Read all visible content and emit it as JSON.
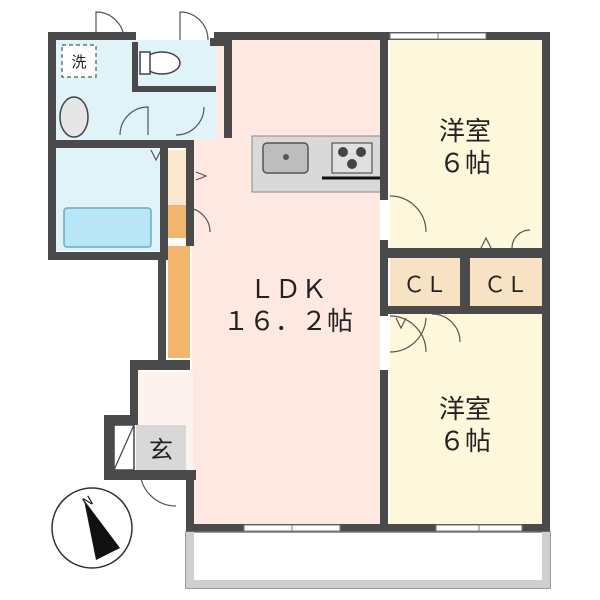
{
  "rooms": {
    "washroom_label": "洗",
    "ldk_label": "ＬＤＫ",
    "ldk_size": "１６．２帖",
    "western_room_1_label": "洋室",
    "western_room_1_size": "６帖",
    "western_room_2_label": "洋室",
    "western_room_2_size": "６帖",
    "closet_1_label": "ＣＬ",
    "closet_2_label": "ＣＬ",
    "entrance_label": "玄"
  },
  "compass": {
    "north_label": "N"
  },
  "colors": {
    "wall": "#4a4a4a",
    "wet_area": "#dff3f8",
    "ldk_floor": "#fde9e2",
    "room_floor": "#fdf8dc",
    "closet_floor": "#f8e2c4",
    "storage_orange": "#f2b56e",
    "bath_blue": "#b9e6f7",
    "kitchen_gray": "#d9d9d9",
    "balcony_gray": "#cfcfcf"
  }
}
